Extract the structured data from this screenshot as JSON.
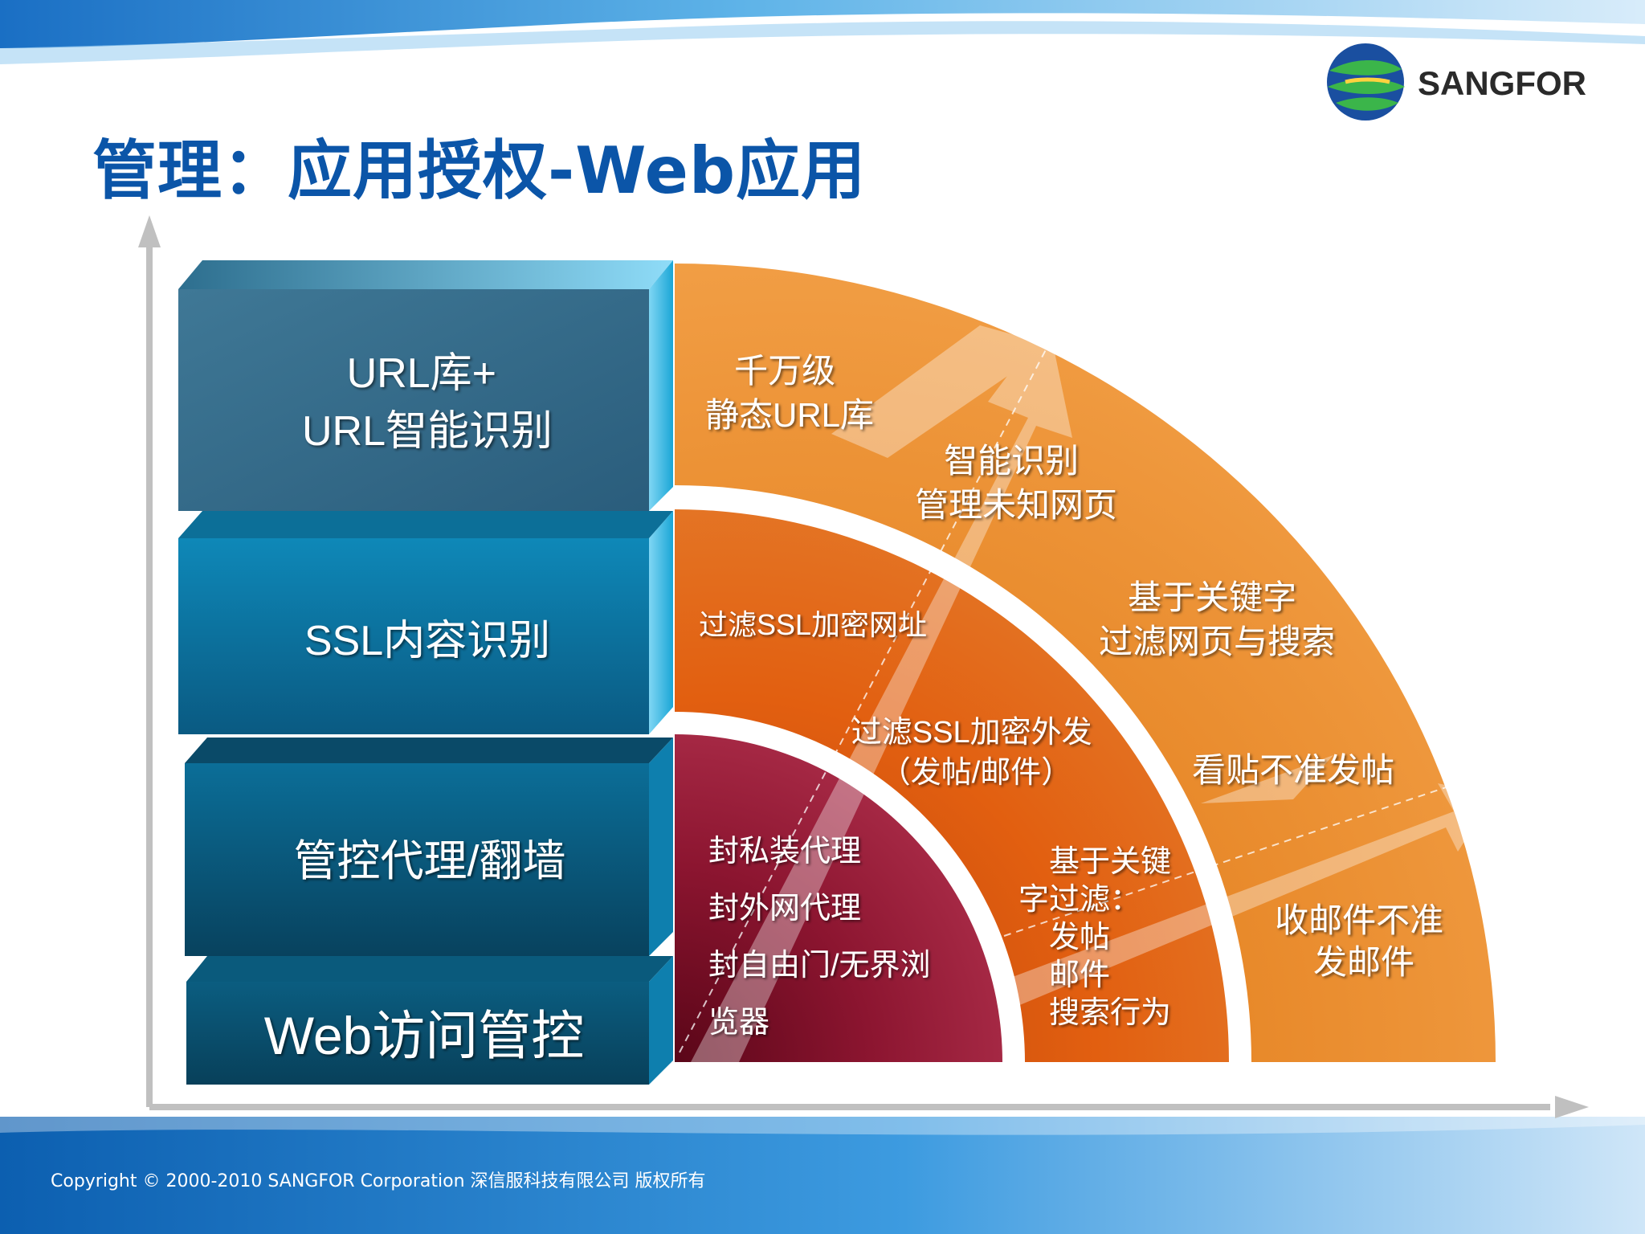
{
  "slide": {
    "title": "管理：应用授权-Web应用",
    "copyright": "Copyright © 2000-2010 SANGFOR Corporation  深信服科技有限公司   版权所有"
  },
  "logo": {
    "text": "SANGFOR"
  },
  "layers": [
    {
      "id": "url",
      "lines": [
        "URL库+",
        "URL智能识别"
      ]
    },
    {
      "id": "ssl",
      "lines": [
        "SSL内容识别"
      ]
    },
    {
      "id": "proxy",
      "lines": [
        "管控代理/翻墙"
      ]
    },
    {
      "id": "web",
      "lines": [
        "Web访问管控"
      ]
    }
  ],
  "features": {
    "outer": [
      {
        "lines": [
          "千万级",
          "静态URL库"
        ]
      },
      {
        "lines": [
          "智能识别",
          "管理未知网页"
        ]
      },
      {
        "lines": [
          "基于关键字",
          "过滤网页与搜索"
        ]
      },
      {
        "lines": [
          "看贴不准发帖"
        ]
      },
      {
        "lines": [
          "收邮件不准",
          "发邮件"
        ]
      }
    ],
    "middle": [
      {
        "lines": [
          "过滤SSL加密网址"
        ]
      },
      {
        "lines": [
          "过滤SSL加密外发",
          "（发帖/邮件）"
        ]
      },
      {
        "lines": [
          "基于关键",
          "字过滤：",
          "发帖",
          "邮件",
          "搜索行为"
        ]
      }
    ],
    "inner": [
      {
        "lines": [
          "封私装代理"
        ]
      },
      {
        "lines": [
          "封外网代理"
        ]
      },
      {
        "lines": [
          "封自由门/无界浏"
        ]
      },
      {
        "lines": [
          "览器"
        ]
      }
    ]
  },
  "colors": {
    "title": "#0b55a8",
    "outer_ring": "#e8892a",
    "middle_ring": "#d85d12",
    "inner_ring": "#8a1630",
    "layer_dark": "#0a4a6a",
    "layer_bright": "#18b8e6"
  }
}
